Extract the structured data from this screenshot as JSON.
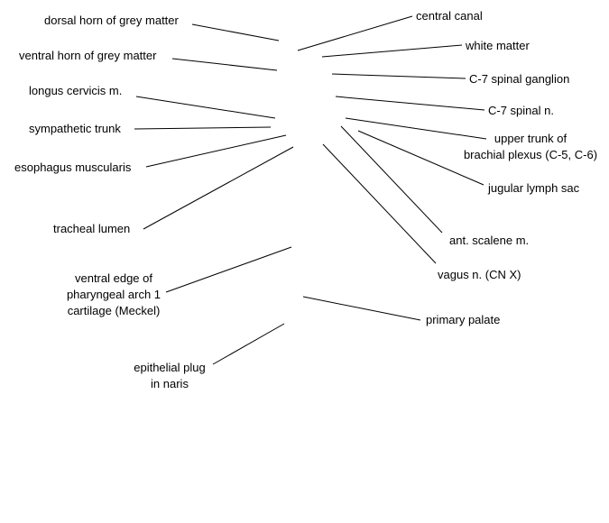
{
  "labels": {
    "dorsal_horn": "dorsal horn of grey matter",
    "ventral_horn": "ventral horn of grey matter",
    "longus_cervicis": "longus cervicis m.",
    "sympathetic_trunk": "sympathetic trunk",
    "esophagus": "esophagus muscularis",
    "tracheal_lumen": "tracheal lumen",
    "meckel_1": "ventral edge of",
    "meckel_2": "pharyngeal arch 1",
    "meckel_3": "cartilage (Meckel)",
    "plug_1": "epithelial plug",
    "plug_2": "in naris",
    "central_canal": "central canal",
    "white_matter": "white matter",
    "c7_ganglion": "C-7 spinal ganglion",
    "c7_nerve": "C-7 spinal n.",
    "brachial_1": "upper trunk of",
    "brachial_2": "brachial plexus (C-5, C-6)",
    "jugular": "jugular lymph sac",
    "scalene": "ant. scalene m.",
    "vagus": "vagus n. (CN X)",
    "palate": "primary palate"
  },
  "line_color": "#000000"
}
